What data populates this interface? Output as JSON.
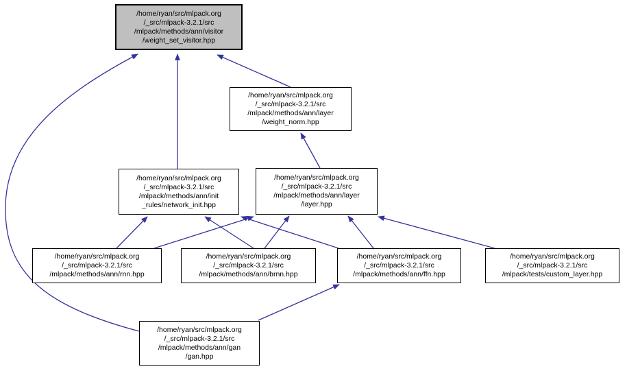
{
  "diagram": {
    "kind": "doxygen-include-dependency-graph",
    "colors": {
      "edge": "#33339b",
      "node_border": "#000000",
      "node_fill": "#ffffff",
      "highlight_fill": "#bfbfbf",
      "background": "#ffffff",
      "text": "#000000"
    },
    "nodes": [
      {
        "id": "weight_set_visitor",
        "highlighted": true,
        "lines": [
          "/home/ryan/src/mlpack.org",
          "/_src/mlpack-3.2.1/src",
          "/mlpack/methods/ann/visitor",
          "/weight_set_visitor.hpp"
        ]
      },
      {
        "id": "weight_norm",
        "highlighted": false,
        "lines": [
          "/home/ryan/src/mlpack.org",
          "/_src/mlpack-3.2.1/src",
          "/mlpack/methods/ann/layer",
          "/weight_norm.hpp"
        ]
      },
      {
        "id": "network_init",
        "highlighted": false,
        "lines": [
          "/home/ryan/src/mlpack.org",
          "/_src/mlpack-3.2.1/src",
          "/mlpack/methods/ann/init",
          "_rules/network_init.hpp"
        ]
      },
      {
        "id": "layer",
        "highlighted": false,
        "lines": [
          "/home/ryan/src/mlpack.org",
          "/_src/mlpack-3.2.1/src",
          "/mlpack/methods/ann/layer",
          "/layer.hpp"
        ]
      },
      {
        "id": "rnn",
        "highlighted": false,
        "lines": [
          "/home/ryan/src/mlpack.org",
          "/_src/mlpack-3.2.1/src",
          "/mlpack/methods/ann/rnn.hpp"
        ]
      },
      {
        "id": "brnn",
        "highlighted": false,
        "lines": [
          "/home/ryan/src/mlpack.org",
          "/_src/mlpack-3.2.1/src",
          "/mlpack/methods/ann/brnn.hpp"
        ]
      },
      {
        "id": "ffn",
        "highlighted": false,
        "lines": [
          "/home/ryan/src/mlpack.org",
          "/_src/mlpack-3.2.1/src",
          "/mlpack/methods/ann/ffn.hpp"
        ]
      },
      {
        "id": "custom_layer",
        "highlighted": false,
        "lines": [
          "/home/ryan/src/mlpack.org",
          "/_src/mlpack-3.2.1/src",
          "/mlpack/tests/custom_layer.hpp"
        ]
      },
      {
        "id": "gan",
        "highlighted": false,
        "lines": [
          "/home/ryan/src/mlpack.org",
          "/_src/mlpack-3.2.1/src",
          "/mlpack/methods/ann/gan",
          "/gan.hpp"
        ]
      }
    ],
    "edges": [
      {
        "from": "gan",
        "to": "weight_set_visitor"
      },
      {
        "from": "network_init",
        "to": "weight_set_visitor"
      },
      {
        "from": "weight_norm",
        "to": "weight_set_visitor"
      },
      {
        "from": "layer",
        "to": "weight_norm"
      },
      {
        "from": "rnn",
        "to": "network_init"
      },
      {
        "from": "brnn",
        "to": "network_init"
      },
      {
        "from": "ffn",
        "to": "network_init"
      },
      {
        "from": "rnn",
        "to": "layer"
      },
      {
        "from": "brnn",
        "to": "layer"
      },
      {
        "from": "ffn",
        "to": "layer"
      },
      {
        "from": "custom_layer",
        "to": "layer"
      },
      {
        "from": "gan",
        "to": "ffn"
      }
    ]
  }
}
